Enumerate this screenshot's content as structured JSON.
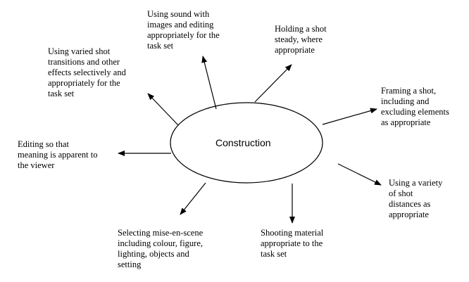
{
  "center": {
    "label": "Construction"
  },
  "nodes": [
    {
      "id": "sound",
      "text": "Using sound with\nimages and editing\nappropriately for the\ntask set"
    },
    {
      "id": "steady",
      "text": "Holding a shot\nsteady, where\nappropriate"
    },
    {
      "id": "transitions",
      "text": "Using varied shot\ntransitions and other\neffects selectively and\nappropriately for the\ntask set"
    },
    {
      "id": "framing",
      "text": "Framing a shot,\nincluding and\nexcluding elements\nas appropriate"
    },
    {
      "id": "editing",
      "text": "Editing so that\nmeaning is apparent to\nthe viewer"
    },
    {
      "id": "distances",
      "text": "Using a variety\nof shot\ndistances as\nappropriate"
    },
    {
      "id": "mise",
      "text": "Selecting mise-en-scene\nincluding colour, figure,\nlighting, objects and\nsetting"
    },
    {
      "id": "material",
      "text": "Shooting material\nappropriate to the\ntask set"
    }
  ],
  "colors": {
    "stroke": "#000000",
    "background": "#ffffff"
  }
}
